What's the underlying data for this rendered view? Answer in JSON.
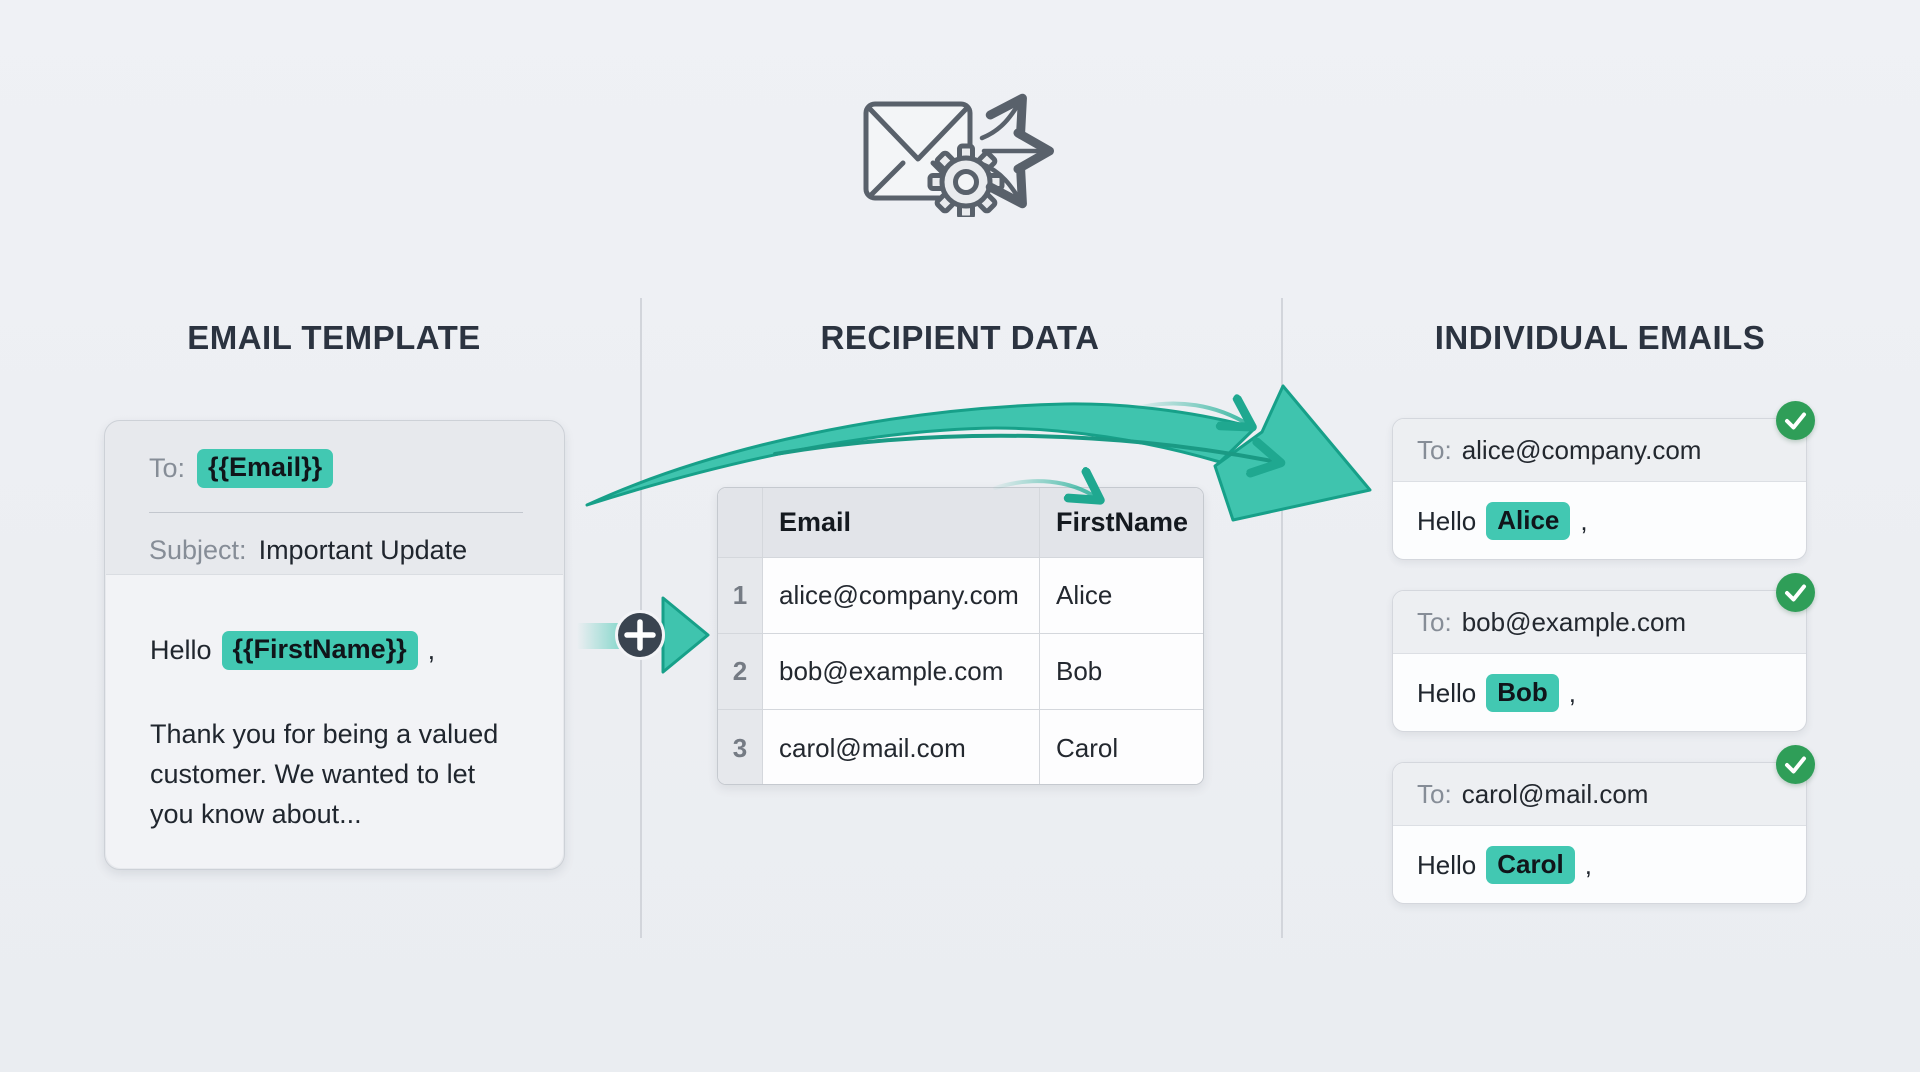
{
  "colors": {
    "background": "#edeff3",
    "accent_teal": "#42c8b2",
    "accent_teal_dark": "#17a089",
    "success_green": "#2f9e58",
    "dark_circle": "#3a4450",
    "heading_text": "#2b3340",
    "icon_stroke": "#59616b"
  },
  "header_icon": "mail-merge-envelope-gear-fanout",
  "sections": {
    "template": {
      "heading": "EMAIL TEMPLATE",
      "card": {
        "to_label": "To:",
        "to_variable": "{{Email}}",
        "subject_label": "Subject:",
        "subject_value": "Important Update",
        "greeting_prefix": "Hello",
        "greeting_variable": "{{FirstName}}",
        "greeting_suffix": ",",
        "body_text": "Thank you for being a valued customer. We wanted to let you know about..."
      }
    },
    "recipients": {
      "heading": "RECIPIENT DATA",
      "table": {
        "headers": {
          "email": "Email",
          "first_name": "FirstName"
        },
        "rows": [
          {
            "num": "1",
            "email": "alice@company.com",
            "first_name": "Alice"
          },
          {
            "num": "2",
            "email": "bob@example.com",
            "first_name": "Bob"
          },
          {
            "num": "3",
            "email": "carol@mail.com",
            "first_name": "Carol"
          }
        ]
      }
    },
    "individual": {
      "heading": "INDIVIDUAL EMAILS",
      "cards": [
        {
          "to_label": "To:",
          "to_value": "alice@company.com",
          "greeting_prefix": "Hello",
          "name": "Alice",
          "greeting_suffix": ","
        },
        {
          "to_label": "To:",
          "to_value": "bob@example.com",
          "greeting_prefix": "Hello",
          "name": "Bob",
          "greeting_suffix": ","
        },
        {
          "to_label": "To:",
          "to_value": "carol@mail.com",
          "greeting_prefix": "Hello",
          "name": "Carol",
          "greeting_suffix": ","
        }
      ]
    }
  }
}
